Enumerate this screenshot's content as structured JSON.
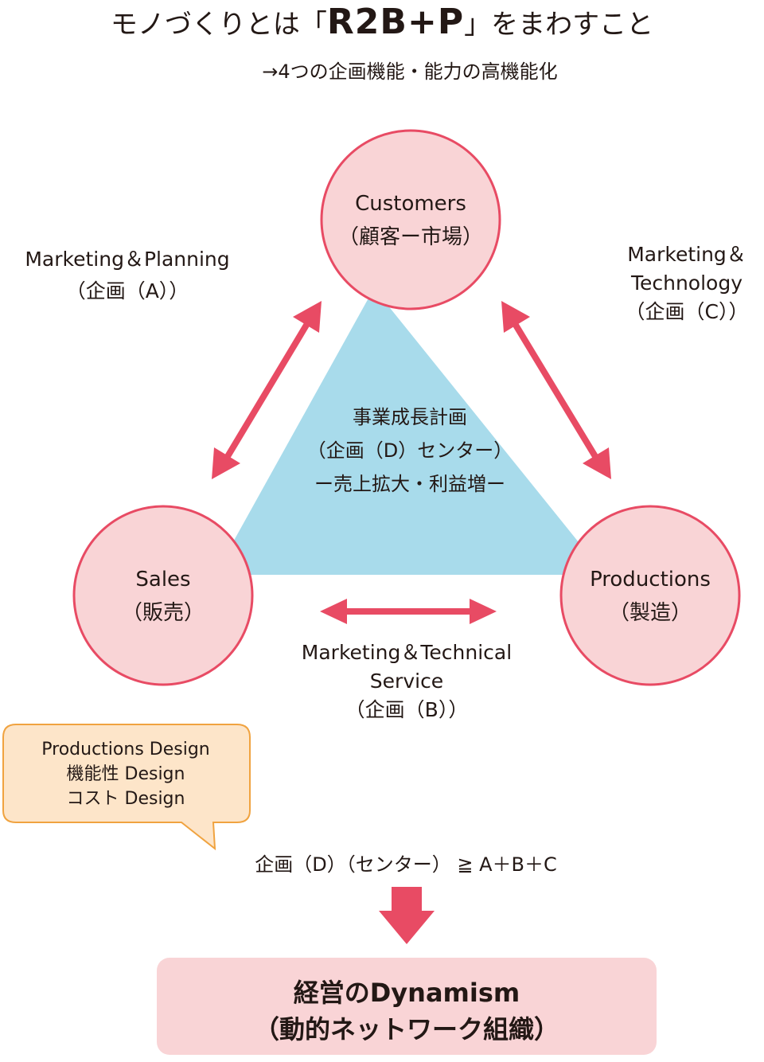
{
  "header": {
    "title_pre": "モノづくりとは「",
    "title_big": "R2B+P",
    "title_post": "」をまわすこと",
    "subtitle": "→4つの企画機能・能力の高機能化"
  },
  "nodes": {
    "customers": {
      "en": "Customers",
      "jp": "（顧客ー市場）"
    },
    "sales": {
      "en": "Sales",
      "jp": "（販売）"
    },
    "productions": {
      "en": "Productions",
      "jp": "（製造）"
    }
  },
  "center": {
    "line1": "事業成長計画",
    "line2": "（企画（D）センター）",
    "line3": "ー売上拡大・利益増ー"
  },
  "links": {
    "a": {
      "line1": "Marketing＆Planning",
      "line2": "（企画（A））"
    },
    "c": {
      "line1": "Marketing＆",
      "line2": "Technology",
      "line3": "（企画（C））"
    },
    "b": {
      "line1": "Marketing＆Technical",
      "line2": "Service",
      "line3": "（企画（B））"
    }
  },
  "callout": {
    "line1": "Productions Design",
    "line2": "機能性 Design",
    "line3": "コスト Design"
  },
  "formula": "企画（D）（センター） ≧ A＋B＋C",
  "result": {
    "line1": "経営のDynamism",
    "line2": "（動的ネットワーク組織）"
  },
  "colors": {
    "circle_fill": "#f9d4d6",
    "circle_stroke": "#e84b64",
    "triangle_fill": "#a8dbeb",
    "arrow": "#e84b64",
    "callout_fill": "#fde5c9",
    "callout_stroke": "#f0a340"
  }
}
